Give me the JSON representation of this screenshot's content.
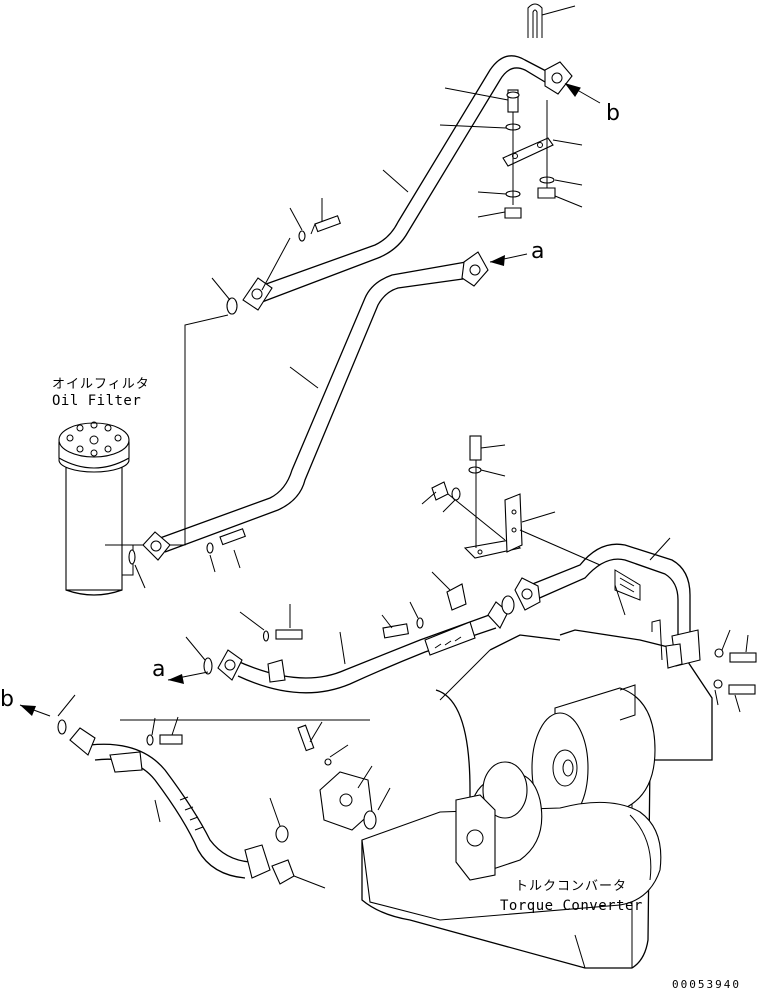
{
  "labels": {
    "oil_filter_jp": "オイルフィルタ",
    "oil_filter_en": "Oil Filter",
    "torque_converter_jp": "トルクコンバータ",
    "torque_converter_en": "Torque Converter",
    "ref_a_top": "a",
    "ref_a_bottom": "a",
    "ref_b_top": "b",
    "ref_b_bottom": "b",
    "drawing_number": "00053940"
  }
}
